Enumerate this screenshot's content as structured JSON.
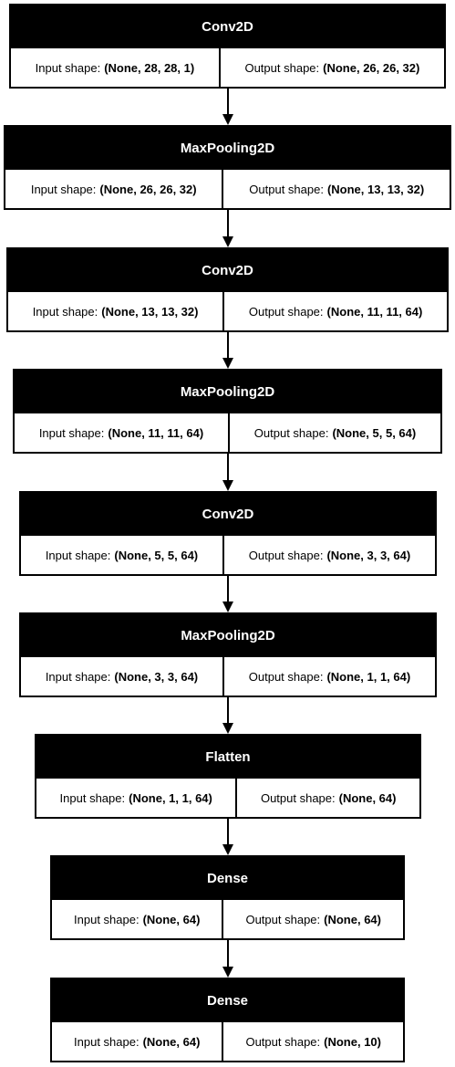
{
  "layers": [
    {
      "name": "Conv2D",
      "input_label": "Input shape:",
      "input_shape": "(None, 28, 28, 1)",
      "output_label": "Output shape:",
      "output_shape": "(None, 26, 26, 32)"
    },
    {
      "name": "MaxPooling2D",
      "input_label": "Input shape:",
      "input_shape": "(None, 26, 26, 32)",
      "output_label": "Output shape:",
      "output_shape": "(None, 13, 13, 32)"
    },
    {
      "name": "Conv2D",
      "input_label": "Input shape:",
      "input_shape": "(None, 13, 13, 32)",
      "output_label": "Output shape:",
      "output_shape": "(None, 11, 11, 64)"
    },
    {
      "name": "MaxPooling2D",
      "input_label": "Input shape:",
      "input_shape": "(None, 11, 11, 64)",
      "output_label": "Output shape:",
      "output_shape": "(None, 5, 5, 64)"
    },
    {
      "name": "Conv2D",
      "input_label": "Input shape:",
      "input_shape": "(None, 5, 5, 64)",
      "output_label": "Output shape:",
      "output_shape": "(None, 3, 3, 64)"
    },
    {
      "name": "MaxPooling2D",
      "input_label": "Input shape:",
      "input_shape": "(None, 3, 3, 64)",
      "output_label": "Output shape:",
      "output_shape": "(None, 1, 1, 64)"
    },
    {
      "name": "Flatten",
      "input_label": "Input shape:",
      "input_shape": "(None, 1, 1, 64)",
      "output_label": "Output shape:",
      "output_shape": "(None, 64)"
    },
    {
      "name": "Dense",
      "input_label": "Input shape:",
      "input_shape": "(None, 64)",
      "output_label": "Output shape:",
      "output_shape": "(None, 64)"
    },
    {
      "name": "Dense",
      "input_label": "Input shape:",
      "input_shape": "(None, 64)",
      "output_label": "Output shape:",
      "output_shape": "(None, 10)"
    }
  ]
}
